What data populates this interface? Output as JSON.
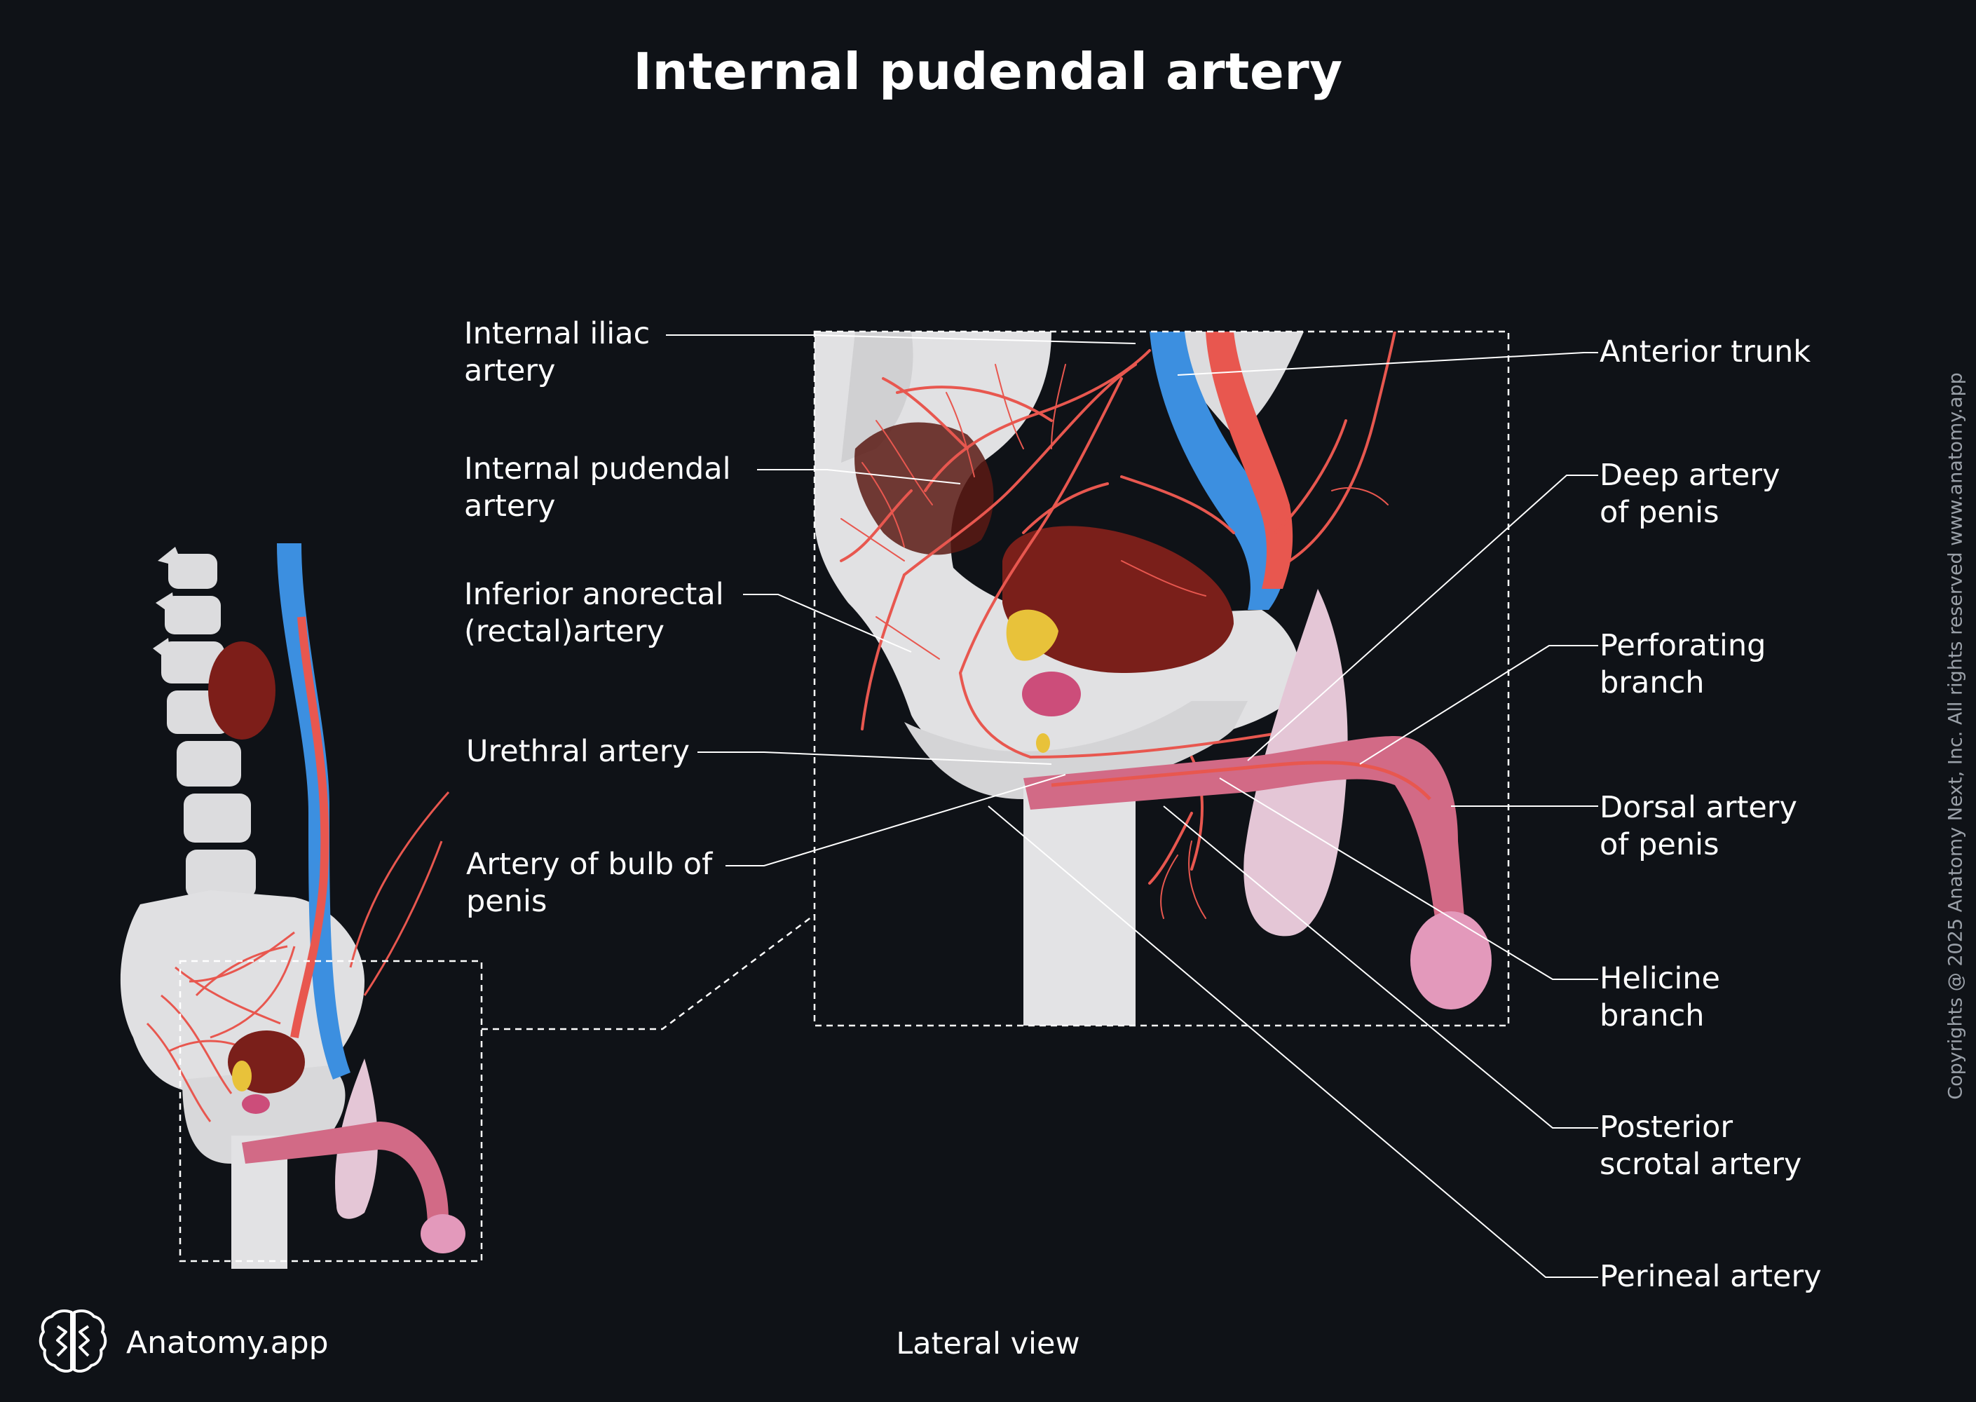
{
  "title": "Internal pudendal artery",
  "view": "Lateral view",
  "brand": {
    "name": "Anatomy.app",
    "icon": "brain-logo-icon"
  },
  "copyright": "Copyrights @ 2025 Anatomy Next, Inc. All rights reserved www.anatomy.app",
  "labels": {
    "internal_iliac": [
      "Internal iliac",
      "artery"
    ],
    "internal_pudendal": [
      "Internal pudendal",
      "artery"
    ],
    "inferior_anorectal": [
      "Inferior anorectal",
      "(rectal)artery"
    ],
    "urethral": [
      "Urethral artery"
    ],
    "bulb": [
      "Artery of bulb of",
      "penis"
    ],
    "anterior_trunk": [
      "Anterior trunk"
    ],
    "deep_artery": [
      "Deep artery",
      "of penis"
    ],
    "perforating": [
      "Perforating",
      "branch"
    ],
    "dorsal": [
      "Dorsal artery",
      "of penis"
    ],
    "helicine": [
      "Helicine",
      "branch"
    ],
    "posterior_scrotal": [
      "Posterior",
      "scrotal artery"
    ],
    "perineal": [
      "Perineal artery"
    ]
  },
  "colors": {
    "background": "#0f1217",
    "artery": "#e8574f",
    "vein": "#3c8fe0",
    "bone": "#e4e4e6",
    "organ": "#7a1f1a",
    "penis": "#d26a86",
    "scrotum": "#e4c6d6",
    "gland": "#e8c23a"
  }
}
